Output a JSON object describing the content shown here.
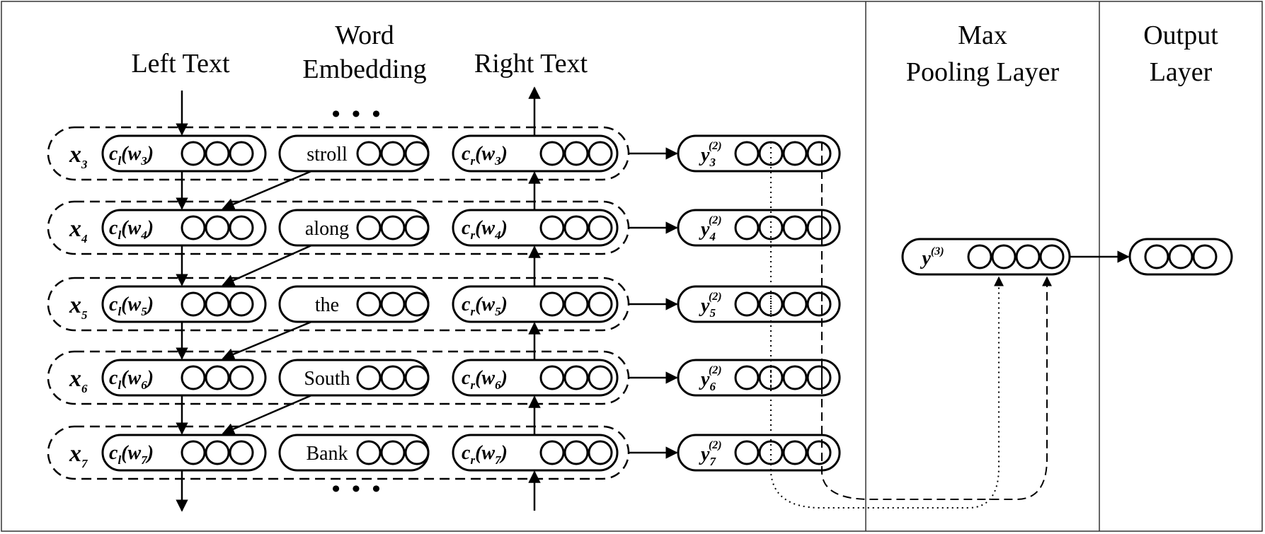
{
  "headers": {
    "left_text": "Left Text",
    "word_embedding_1": "Word",
    "word_embedding_2": "Embedding",
    "right_text": "Right Text",
    "max_pooling_1": "Max",
    "max_pooling_2": "Pooling Layer",
    "output_1": "Output",
    "output_2": "Layer"
  },
  "ellipsis": "• • •",
  "rows": [
    {
      "x_sym": "x",
      "x_sub": "3",
      "cl_sym": "c",
      "cl_sub": "l",
      "w_sym": "w",
      "w_sub": "3",
      "word": "stroll",
      "cr_sym": "c",
      "cr_sub": "r",
      "wr_sym": "w",
      "wr_sub": "3",
      "y_sym": "y",
      "y_sub": "3",
      "y_sup": "(2)"
    },
    {
      "x_sym": "x",
      "x_sub": "4",
      "cl_sym": "c",
      "cl_sub": "l",
      "w_sym": "w",
      "w_sub": "4",
      "word": "along",
      "cr_sym": "c",
      "cr_sub": "r",
      "wr_sym": "w",
      "wr_sub": "4",
      "y_sym": "y",
      "y_sub": "4",
      "y_sup": "(2)"
    },
    {
      "x_sym": "x",
      "x_sub": "5",
      "cl_sym": "c",
      "cl_sub": "l",
      "w_sym": "w",
      "w_sub": "5",
      "word": "the",
      "cr_sym": "c",
      "cr_sub": "r",
      "wr_sym": "w",
      "wr_sub": "5",
      "y_sym": "y",
      "y_sub": "5",
      "y_sup": "(2)"
    },
    {
      "x_sym": "x",
      "x_sub": "6",
      "cl_sym": "c",
      "cl_sub": "l",
      "w_sym": "w",
      "w_sub": "6",
      "word": "South",
      "cr_sym": "c",
      "cr_sub": "r",
      "wr_sym": "w",
      "wr_sub": "6",
      "y_sym": "y",
      "y_sub": "6",
      "y_sup": "(2)"
    },
    {
      "x_sym": "x",
      "x_sub": "7",
      "cl_sym": "c",
      "cl_sub": "l",
      "w_sym": "w",
      "w_sub": "7",
      "word": "Bank",
      "cr_sym": "c",
      "cr_sub": "r",
      "wr_sym": "w",
      "wr_sub": "7",
      "y_sym": "y",
      "y_sub": "7",
      "y_sup": "(2)"
    }
  ],
  "max_pool": {
    "y_sym": "y",
    "y_sup": "(3)"
  }
}
